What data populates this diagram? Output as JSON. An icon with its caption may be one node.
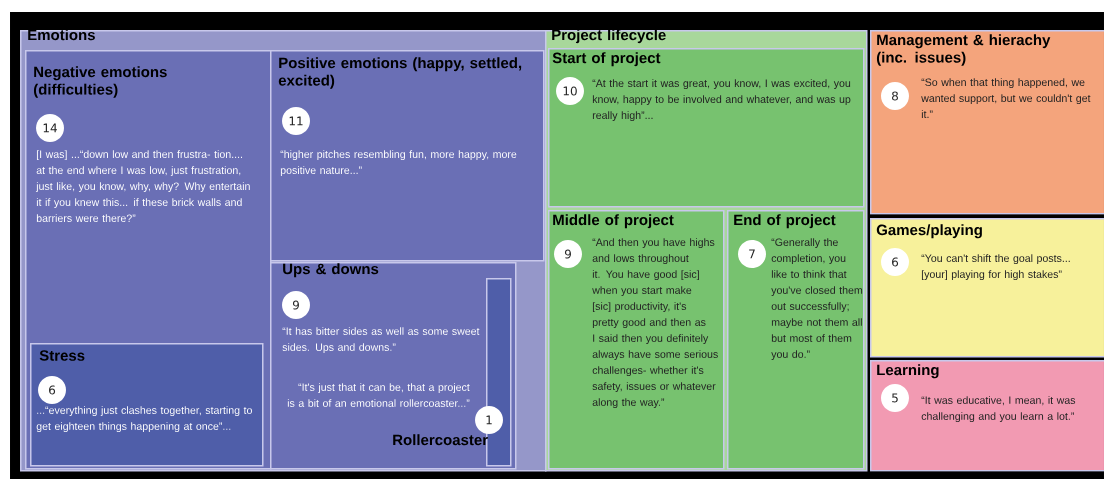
{
  "diagram": {
    "nodes": [
      {
        "text": [
          "Emotions"
        ]
      },
      {
        "text": [
          "Negative emotions (difficulties)",
          "[I was] ...“down low and then frustra- tion.... at the end where I was low, just frustration, just like, you know, why, why?  Why entertain it if you knew this... if these brick walls and barriers were there?”"
        ],
        "in": 0
      },
      {
        "text": [
          "14"
        ],
        "in": 1
      },
      {
        "text": [
          "Stress",
          "...“everything just clashes together, starting to get eighteen things happening at once”..."
        ],
        "in": 1
      },
      {
        "text": [
          "6"
        ],
        "in": 3
      },
      {
        "text": [
          "Positive emotions (happy, settled, excited)",
          "“higher pitches resembling fun, more happy, more positive nature...”"
        ],
        "in": 0
      },
      {
        "text": [
          "11"
        ],
        "in": 5
      },
      {
        "text": [
          "Ups & downs",
          "“It has bitter sides as well as some sweet sides.  Ups and downs.”"
        ],
        "in": 0
      },
      {
        "text": [
          "9"
        ],
        "in": 7
      },
      {
        "text": [
          "Rollercoaster"
        ],
        "in": 7
      },
      {
        "text": [
          "1"
        ],
        "beside": [
          "“It's just that it can be, that a project is a bit of an emotional rollercoaster...”"
        ],
        "in": 7
      },
      {
        "text": [
          "Project lifecycle"
        ]
      },
      {
        "text": [
          "Start of project",
          "“At the start it was great, you know, I was excited, you know, happy to be involved and whatever, and was up really high”..."
        ],
        "in": 11
      },
      {
        "text": [
          "10"
        ],
        "in": 12
      },
      {
        "text": [
          "Middle of project",
          "“And then you have highs and lows throughout it.  You have good [sic] when you start make [sic] productivity, it's pretty good and then as I said then you definitely always have some serious challenges- whether it's safety, issues or whatever along the way.”"
        ],
        "in": 11
      },
      {
        "text": [
          "9"
        ],
        "in": 14
      },
      {
        "text": [
          "End of project",
          "“Generally the completion, you like to think that you've closed them out successfully; maybe not them all but most of them you do.”"
        ],
        "in": 11
      },
      {
        "text": [
          "7"
        ],
        "in": 16
      },
      {
        "text": [
          "Management & hierachy (inc. issues)",
          "“So when that thing happened, we wanted support, but we couldn't get it.”"
        ]
      },
      {
        "text": [
          "8"
        ],
        "in": 18
      },
      {
        "text": [
          "Games/playing",
          "“You can't shift the goal posts... [your] playing for high stakes”"
        ]
      },
      {
        "text": [
          "6"
        ],
        "in": 20
      },
      {
        "text": [
          "Learning",
          "“It was educative,  I mean, it was challenging and you learn a lot.”"
        ]
      },
      {
        "text": [
          "5"
        ],
        "in": 22
      }
    ]
  }
}
